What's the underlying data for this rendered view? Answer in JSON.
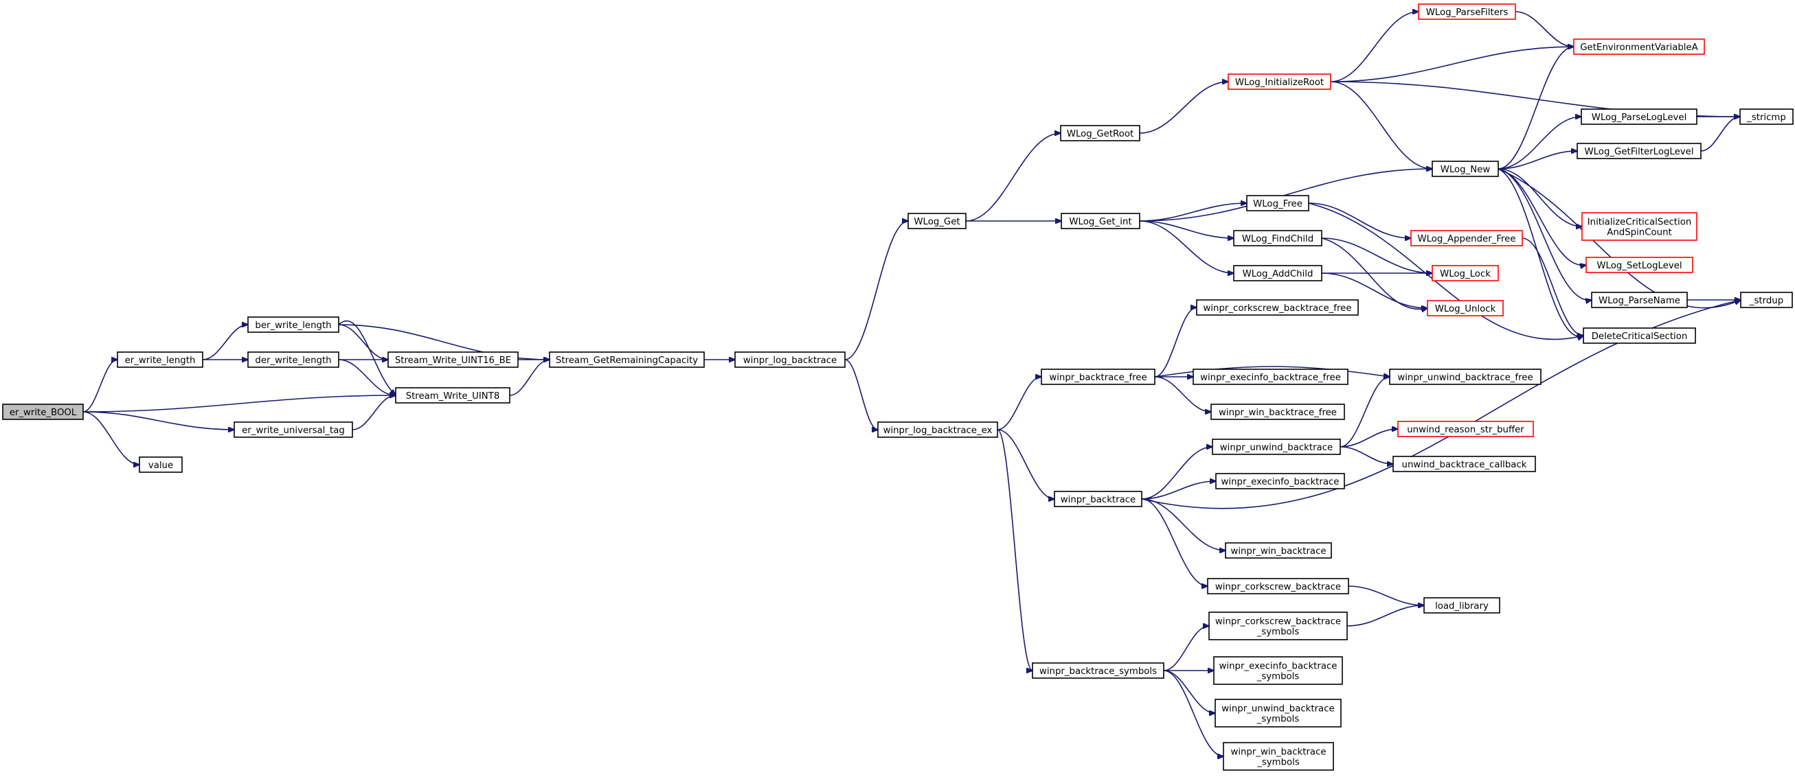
{
  "diagram": {
    "colors": {
      "edge": "#191970",
      "node_border": "#000000",
      "node_border_undocumented": "#ff0000",
      "root_fill": "#bfbfbf",
      "background": "#ffffff"
    },
    "nodes": [
      {
        "id": "er_write_BOOL",
        "lines": [
          "er_write_BOOL"
        ],
        "style": "root"
      },
      {
        "id": "er_write_length",
        "lines": [
          "er_write_length"
        ],
        "style": "normal"
      },
      {
        "id": "ber_write_length",
        "lines": [
          "ber_write_length"
        ],
        "style": "normal"
      },
      {
        "id": "der_write_length",
        "lines": [
          "der_write_length"
        ],
        "style": "normal"
      },
      {
        "id": "Stream_Write_UINT16_BE",
        "lines": [
          "Stream_Write_UINT16_BE"
        ],
        "style": "normal"
      },
      {
        "id": "Stream_GetRemainingCapacity",
        "lines": [
          "Stream_GetRemainingCapacity"
        ],
        "style": "normal"
      },
      {
        "id": "Stream_Write_UINT8",
        "lines": [
          "Stream_Write_UINT8"
        ],
        "style": "normal"
      },
      {
        "id": "er_write_universal_tag",
        "lines": [
          "er_write_universal_tag"
        ],
        "style": "normal"
      },
      {
        "id": "value",
        "lines": [
          "value"
        ],
        "style": "normal"
      },
      {
        "id": "winpr_log_backtrace",
        "lines": [
          "winpr_log_backtrace"
        ],
        "style": "normal"
      },
      {
        "id": "WLog_Get",
        "lines": [
          "WLog_Get"
        ],
        "style": "normal"
      },
      {
        "id": "winpr_log_backtrace_ex",
        "lines": [
          "winpr_log_backtrace_ex"
        ],
        "style": "normal"
      },
      {
        "id": "WLog_GetRoot",
        "lines": [
          "WLog_GetRoot"
        ],
        "style": "normal"
      },
      {
        "id": "WLog_Get_int",
        "lines": [
          "WLog_Get_int"
        ],
        "style": "normal"
      },
      {
        "id": "WLog_InitializeRoot",
        "lines": [
          "WLog_InitializeRoot"
        ],
        "style": "red"
      },
      {
        "id": "WLog_ParseFilters",
        "lines": [
          "WLog_ParseFilters"
        ],
        "style": "red"
      },
      {
        "id": "GetEnvironmentVariableA",
        "lines": [
          "GetEnvironmentVariableA"
        ],
        "style": "red"
      },
      {
        "id": "_stricmp",
        "lines": [
          "_stricmp"
        ],
        "style": "normal"
      },
      {
        "id": "WLog_New",
        "lines": [
          "WLog_New"
        ],
        "style": "normal"
      },
      {
        "id": "WLog_ParseLogLevel",
        "lines": [
          "WLog_ParseLogLevel"
        ],
        "style": "normal"
      },
      {
        "id": "WLog_GetFilterLogLevel",
        "lines": [
          "WLog_GetFilterLogLevel"
        ],
        "style": "normal"
      },
      {
        "id": "InitializeCriticalSectionAndSpinCount",
        "lines": [
          "InitializeCriticalSection",
          "AndSpinCount"
        ],
        "style": "red"
      },
      {
        "id": "WLog_SetLogLevel",
        "lines": [
          "WLog_SetLogLevel"
        ],
        "style": "red"
      },
      {
        "id": "WLog_ParseName",
        "lines": [
          "WLog_ParseName"
        ],
        "style": "normal"
      },
      {
        "id": "_strdup",
        "lines": [
          "_strdup"
        ],
        "style": "normal"
      },
      {
        "id": "DeleteCriticalSection",
        "lines": [
          "DeleteCriticalSection"
        ],
        "style": "normal"
      },
      {
        "id": "WLog_Free",
        "lines": [
          "WLog_Free"
        ],
        "style": "normal"
      },
      {
        "id": "WLog_Appender_Free",
        "lines": [
          "WLog_Appender_Free"
        ],
        "style": "red"
      },
      {
        "id": "WLog_FindChild",
        "lines": [
          "WLog_FindChild"
        ],
        "style": "normal"
      },
      {
        "id": "WLog_AddChild",
        "lines": [
          "WLog_AddChild"
        ],
        "style": "normal"
      },
      {
        "id": "WLog_Lock",
        "lines": [
          "WLog_Lock"
        ],
        "style": "red"
      },
      {
        "id": "WLog_Unlock",
        "lines": [
          "WLog_Unlock"
        ],
        "style": "red"
      },
      {
        "id": "winpr_corkscrew_backtrace_free",
        "lines": [
          "winpr_corkscrew_backtrace_free"
        ],
        "style": "normal"
      },
      {
        "id": "winpr_backtrace_free",
        "lines": [
          "winpr_backtrace_free"
        ],
        "style": "normal"
      },
      {
        "id": "winpr_execinfo_backtrace_free",
        "lines": [
          "winpr_execinfo_backtrace_free"
        ],
        "style": "normal"
      },
      {
        "id": "winpr_unwind_backtrace_free",
        "lines": [
          "winpr_unwind_backtrace_free"
        ],
        "style": "normal"
      },
      {
        "id": "winpr_win_backtrace_free",
        "lines": [
          "winpr_win_backtrace_free"
        ],
        "style": "normal"
      },
      {
        "id": "winpr_unwind_backtrace",
        "lines": [
          "winpr_unwind_backtrace"
        ],
        "style": "normal"
      },
      {
        "id": "unwind_reason_str_buffer",
        "lines": [
          "unwind_reason_str_buffer"
        ],
        "style": "red"
      },
      {
        "id": "unwind_backtrace_callback",
        "lines": [
          "unwind_backtrace_callback"
        ],
        "style": "normal"
      },
      {
        "id": "winpr_backtrace",
        "lines": [
          "winpr_backtrace"
        ],
        "style": "normal"
      },
      {
        "id": "winpr_execinfo_backtrace",
        "lines": [
          "winpr_execinfo_backtrace"
        ],
        "style": "normal"
      },
      {
        "id": "winpr_win_backtrace",
        "lines": [
          "winpr_win_backtrace"
        ],
        "style": "normal"
      },
      {
        "id": "winpr_corkscrew_backtrace",
        "lines": [
          "winpr_corkscrew_backtrace"
        ],
        "style": "normal"
      },
      {
        "id": "load_library",
        "lines": [
          "load_library"
        ],
        "style": "normal"
      },
      {
        "id": "winpr_corkscrew_backtrace_symbols",
        "lines": [
          "winpr_corkscrew_backtrace",
          "_symbols"
        ],
        "style": "normal"
      },
      {
        "id": "winpr_backtrace_symbols",
        "lines": [
          "winpr_backtrace_symbols"
        ],
        "style": "normal"
      },
      {
        "id": "winpr_execinfo_backtrace_symbols",
        "lines": [
          "winpr_execinfo_backtrace",
          "_symbols"
        ],
        "style": "normal"
      },
      {
        "id": "winpr_unwind_backtrace_symbols",
        "lines": [
          "winpr_unwind_backtrace",
          "_symbols"
        ],
        "style": "normal"
      },
      {
        "id": "winpr_win_backtrace_symbols",
        "lines": [
          "winpr_win_backtrace",
          "_symbols"
        ],
        "style": "normal"
      }
    ],
    "edges": [
      [
        "er_write_BOOL",
        "er_write_length"
      ],
      [
        "er_write_BOOL",
        "Stream_Write_UINT8"
      ],
      [
        "er_write_BOOL",
        "er_write_universal_tag"
      ],
      [
        "er_write_BOOL",
        "value"
      ],
      [
        "er_write_length",
        "ber_write_length"
      ],
      [
        "er_write_length",
        "der_write_length"
      ],
      [
        "ber_write_length",
        "Stream_Write_UINT16_BE"
      ],
      [
        "ber_write_length",
        "Stream_GetRemainingCapacity"
      ],
      [
        "ber_write_length",
        "Stream_Write_UINT8"
      ],
      [
        "der_write_length",
        "Stream_Write_UINT16_BE"
      ],
      [
        "der_write_length",
        "Stream_Write_UINT8"
      ],
      [
        "Stream_Write_UINT16_BE",
        "Stream_GetRemainingCapacity"
      ],
      [
        "Stream_Write_UINT8",
        "Stream_GetRemainingCapacity"
      ],
      [
        "er_write_universal_tag",
        "Stream_Write_UINT8"
      ],
      [
        "Stream_GetRemainingCapacity",
        "winpr_log_backtrace"
      ],
      [
        "winpr_log_backtrace",
        "WLog_Get"
      ],
      [
        "winpr_log_backtrace",
        "winpr_log_backtrace_ex"
      ],
      [
        "WLog_Get",
        "WLog_GetRoot"
      ],
      [
        "WLog_Get",
        "WLog_Get_int"
      ],
      [
        "WLog_GetRoot",
        "WLog_InitializeRoot"
      ],
      [
        "WLog_InitializeRoot",
        "WLog_ParseFilters"
      ],
      [
        "WLog_InitializeRoot",
        "GetEnvironmentVariableA"
      ],
      [
        "WLog_InitializeRoot",
        "_stricmp"
      ],
      [
        "WLog_InitializeRoot",
        "WLog_New"
      ],
      [
        "WLog_ParseFilters",
        "GetEnvironmentVariableA"
      ],
      [
        "WLog_Get_int",
        "WLog_New"
      ],
      [
        "WLog_Get_int",
        "WLog_Free"
      ],
      [
        "WLog_Get_int",
        "WLog_FindChild"
      ],
      [
        "WLog_Get_int",
        "WLog_AddChild"
      ],
      [
        "WLog_New",
        "GetEnvironmentVariableA"
      ],
      [
        "WLog_New",
        "WLog_ParseLogLevel"
      ],
      [
        "WLog_New",
        "WLog_GetFilterLogLevel"
      ],
      [
        "WLog_New",
        "_strdup"
      ],
      [
        "WLog_New",
        "InitializeCriticalSectionAndSpinCount"
      ],
      [
        "WLog_New",
        "WLog_SetLogLevel"
      ],
      [
        "WLog_New",
        "WLog_ParseName"
      ],
      [
        "WLog_New",
        "DeleteCriticalSection"
      ],
      [
        "WLog_ParseLogLevel",
        "_stricmp"
      ],
      [
        "WLog_GetFilterLogLevel",
        "_stricmp"
      ],
      [
        "WLog_ParseName",
        "_strdup"
      ],
      [
        "WLog_Free",
        "WLog_Appender_Free"
      ],
      [
        "WLog_Free",
        "DeleteCriticalSection"
      ],
      [
        "WLog_Appender_Free",
        "DeleteCriticalSection"
      ],
      [
        "WLog_FindChild",
        "WLog_Lock"
      ],
      [
        "WLog_FindChild",
        "WLog_Unlock"
      ],
      [
        "WLog_AddChild",
        "WLog_Lock"
      ],
      [
        "WLog_AddChild",
        "WLog_Unlock"
      ],
      [
        "winpr_log_backtrace_ex",
        "winpr_backtrace_free"
      ],
      [
        "winpr_log_backtrace_ex",
        "winpr_backtrace"
      ],
      [
        "winpr_log_backtrace_ex",
        "winpr_backtrace_symbols"
      ],
      [
        "winpr_backtrace_free",
        "winpr_corkscrew_backtrace_free"
      ],
      [
        "winpr_backtrace_free",
        "winpr_execinfo_backtrace_free"
      ],
      [
        "winpr_backtrace_free",
        "winpr_unwind_backtrace_free"
      ],
      [
        "winpr_backtrace_free",
        "winpr_win_backtrace_free"
      ],
      [
        "winpr_backtrace",
        "winpr_unwind_backtrace"
      ],
      [
        "winpr_backtrace",
        "winpr_execinfo_backtrace"
      ],
      [
        "winpr_backtrace",
        "winpr_win_backtrace"
      ],
      [
        "winpr_backtrace",
        "winpr_corkscrew_backtrace"
      ],
      [
        "winpr_backtrace",
        "_strdup"
      ],
      [
        "winpr_unwind_backtrace",
        "winpr_unwind_backtrace_free"
      ],
      [
        "winpr_unwind_backtrace",
        "unwind_reason_str_buffer"
      ],
      [
        "winpr_unwind_backtrace",
        "unwind_backtrace_callback"
      ],
      [
        "winpr_corkscrew_backtrace",
        "load_library"
      ],
      [
        "winpr_backtrace_symbols",
        "winpr_corkscrew_backtrace_symbols"
      ],
      [
        "winpr_backtrace_symbols",
        "winpr_execinfo_backtrace_symbols"
      ],
      [
        "winpr_backtrace_symbols",
        "winpr_unwind_backtrace_symbols"
      ],
      [
        "winpr_backtrace_symbols",
        "winpr_win_backtrace_symbols"
      ],
      [
        "winpr_corkscrew_backtrace_symbols",
        "load_library"
      ]
    ]
  }
}
